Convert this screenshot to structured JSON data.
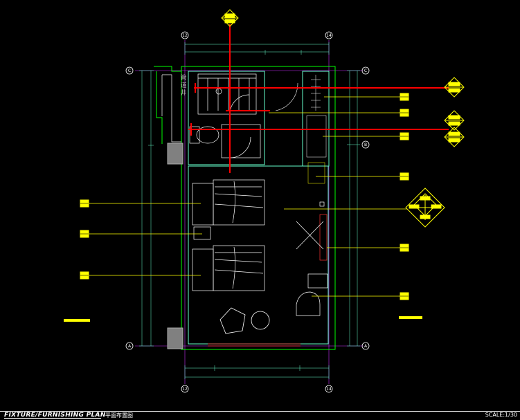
{
  "title": {
    "en": "FIXTURE/FURNISHING PLAN",
    "cn": "平面布置图",
    "scale": "SCALE:1/30"
  },
  "room_labels": {
    "pipe_shaft": "管道井"
  },
  "grid_axes": {
    "top": [
      "12",
      "14"
    ],
    "bottom": [
      "12",
      "14"
    ],
    "left": [
      "C",
      "A"
    ],
    "right": [
      "C",
      "B",
      "A"
    ]
  },
  "colors": {
    "background": "#000000",
    "walls": "#00ff00",
    "furniture": "#ffffff",
    "cyan": "#00ffff",
    "callout": "#ffff00",
    "section_line": "#ff0000",
    "shaft_fill": "#808080"
  }
}
